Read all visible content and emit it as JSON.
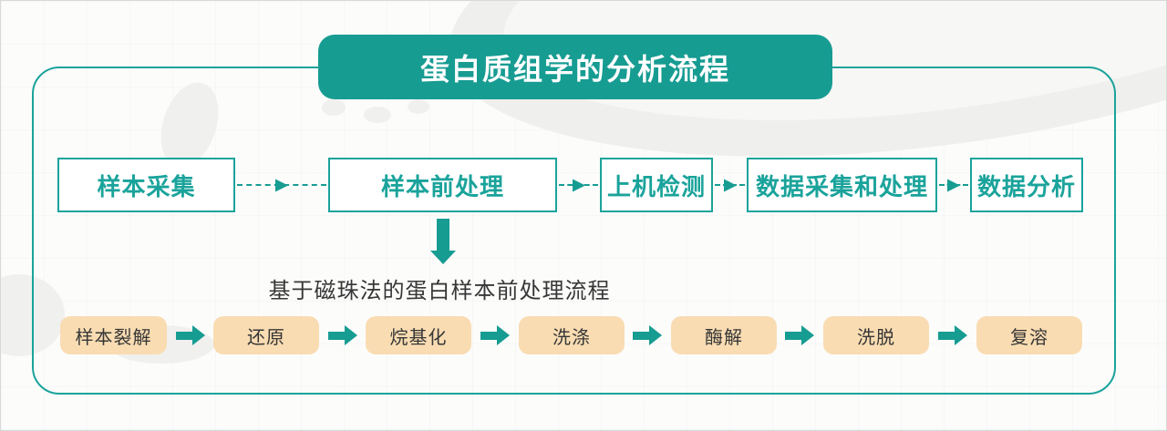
{
  "header": {
    "title": "蛋白质组学的分析流程"
  },
  "main_flow": {
    "steps": [
      {
        "label": "样本采集"
      },
      {
        "label": "样本前处理"
      },
      {
        "label": "上机检测"
      },
      {
        "label": "数据采集和处理"
      },
      {
        "label": "数据分析"
      }
    ]
  },
  "sub_flow": {
    "caption": "基于磁珠法的蛋白样本前处理流程",
    "steps": [
      {
        "label": "样本裂解"
      },
      {
        "label": "还原"
      },
      {
        "label": "烷基化"
      },
      {
        "label": "洗涤"
      },
      {
        "label": "酶解"
      },
      {
        "label": "洗脱"
      },
      {
        "label": "复溶"
      }
    ]
  },
  "colors": {
    "teal": "#179c92",
    "teal_border": "#1aa39b",
    "peach": "#f9dcb2"
  }
}
